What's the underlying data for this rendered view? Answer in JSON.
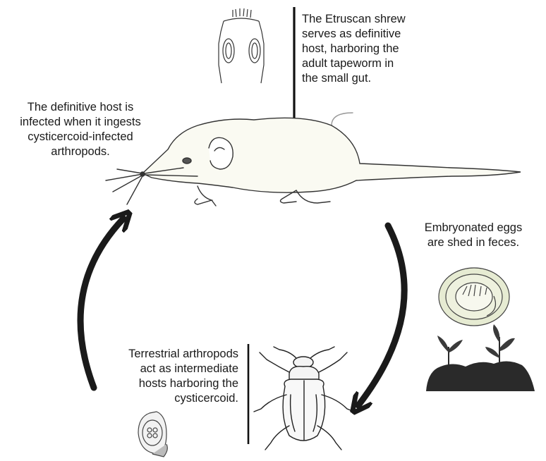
{
  "labels": {
    "definitive_host_role": [
      "The Etruscan shrew",
      "serves as definitive",
      "host, harboring the",
      "adult tapeworm in",
      "the small gut."
    ],
    "infection_route": [
      "The definitive host is",
      "infected when it ingests",
      "cysticercoid-infected",
      "arthropods."
    ],
    "egg_shedding": [
      "Embryonated eggs",
      "are shed in feces."
    ],
    "intermediate_host": [
      "Terrestrial arthropods",
      "act as intermediate",
      "hosts harboring the",
      "cysticercoid."
    ]
  },
  "icons": [
    "shrew-illustration",
    "scolex-illustration",
    "egg-illustration",
    "plant-soil-illustration",
    "beetle-illustration",
    "cysticercoid-illustration",
    "cycle-arrow-icon"
  ],
  "colors": {
    "ink": "#1a1a1a",
    "egg_fill": "#e6ebd2",
    "soil": "#2a2a2a"
  }
}
